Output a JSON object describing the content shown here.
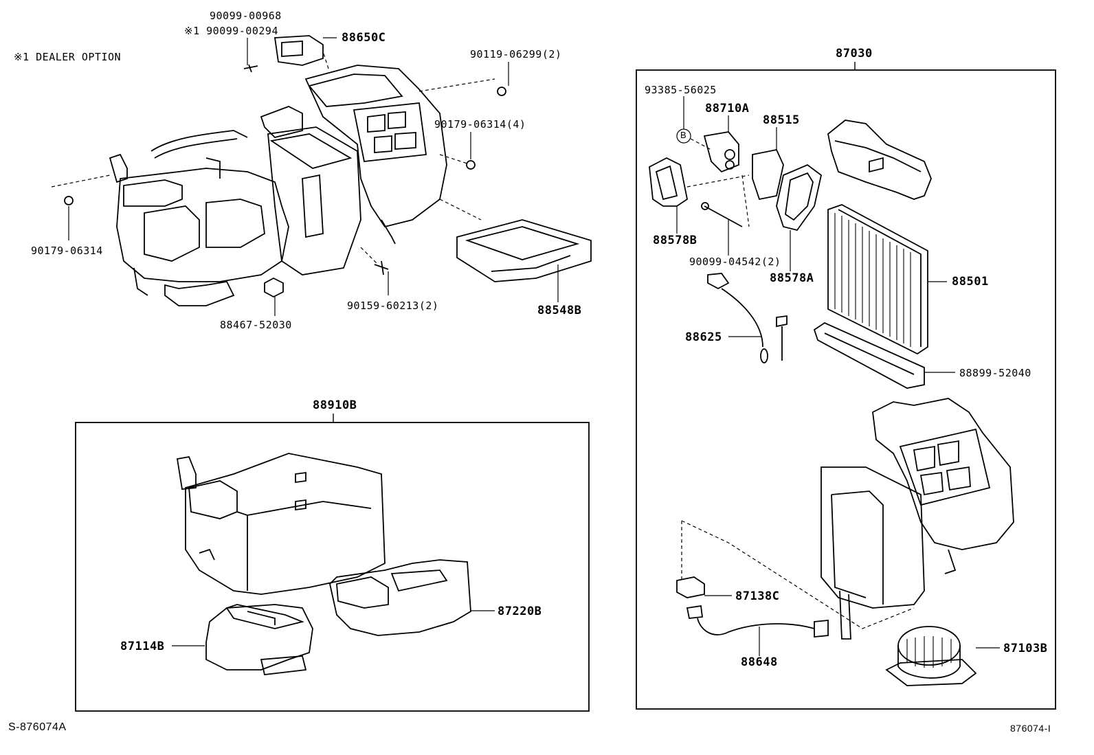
{
  "note": "※1 DEALER OPTION",
  "labels": {
    "p1": "90099-00968",
    "p2": "※1 90099-00294",
    "p3": "88650C",
    "p4": "90119-06299(2)",
    "p5": "90179-06314(4)",
    "p6": "90179-06314",
    "p7": "90159-60213(2)",
    "p8": "88467-52030",
    "p9": "88548B",
    "g1": "87030",
    "a1": "93385-56025",
    "a2": "88710A",
    "a3": "88515",
    "a4": "88578B",
    "a5": "90099-04542(2)",
    "a6": "88578A",
    "a7": "88501",
    "a8": "88625",
    "a9": "88899-52040",
    "a10": "87138C",
    "a11": "88648",
    "a12": "87103B",
    "b_mark": "B",
    "g2": "88910B",
    "b1": "87220B",
    "b2": "87114B"
  },
  "footer": {
    "left": "S-876074A",
    "right": "876074-I"
  }
}
